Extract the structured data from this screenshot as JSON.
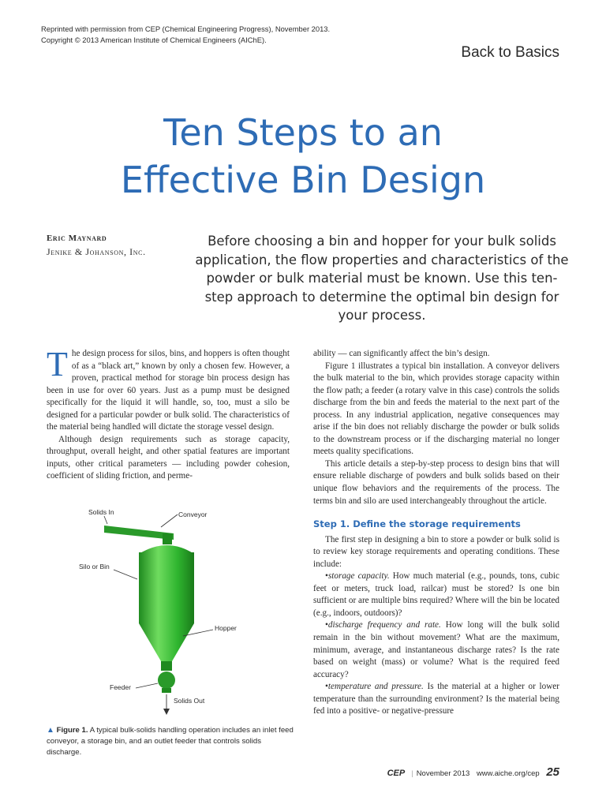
{
  "reprint": {
    "line1": "Reprinted with permission from CEP (Chemical Engineering Progress), November 2013.",
    "line2": "Copyright © 2013 American Institute of Chemical Engineers (AIChE)."
  },
  "section": "Back to Basics",
  "title": {
    "line1": "Ten Steps to an",
    "line2": "Effective Bin Design"
  },
  "author": {
    "name": "Eric Maynard",
    "affiliation": "Jenike & Johanson, Inc."
  },
  "deck": "Before choosing a bin and hopper for your bulk solids application, the flow properties and characteristics of the powder or bulk material must be known. Use this ten-step approach to determine the optimal bin design for your process.",
  "body": {
    "dropcap": "T",
    "p1": "he design process for silos, bins, and hoppers is often thought of as a “black art,” known by only a chosen few. However, a proven, practical method for storage bin process design has been in use for over 60 years. Just as a pump must be designed specifically for the liquid it will handle, so, too, must a silo be designed for a particular powder or bulk solid. The characteristics of the material being handled will dictate the storage vessel design.",
    "p2": "Although design requirements such as storage capacity, throughput, overall height, and other spatial features are important inputs, other critical parameters — including powder cohesion, coefficient of sliding friction, and perme-",
    "p3": "ability — can significantly affect the bin’s design.",
    "p4": "Figure 1 illustrates a typical bin installation. A conveyor delivers the bulk material to the bin, which provides storage capacity within the flow path; a feeder (a rotary valve in this case) controls the solids discharge from the bin and feeds the material to the next part of the process. In any industrial application, negative consequences may arise if the bin does not reliably discharge the powder or bulk solids to the downstream process or if the discharging material no longer meets quality specifications.",
    "p5": "This article details a step-by-step process to design bins that will ensure reliable discharge of powders and bulk solids based on their unique flow behaviors and the requirements of the process. The terms bin and silo are used interchangeably throughout the article.",
    "step1_heading": "Step 1. Define the storage requirements",
    "p6": "The first step in designing a bin to store a powder or bulk solid is to review key storage requirements and operating conditions. These include:",
    "b1_term": "storage capacity.",
    "b1_text": " How much material (e.g., pounds, tons, cubic feet or meters, truck load, railcar) must be stored? Is one bin sufficient or are multiple bins required? Where will the bin be located (e.g., indoors, outdoors)?",
    "b2_term": "discharge frequency and rate.",
    "b2_text": " How long will the bulk solid remain in the bin without movement? What are the maximum, minimum, average, and instantaneous discharge rates? Is the rate based on weight (mass) or volume? What is the required feed accuracy?",
    "b3_term": "temperature and pressure.",
    "b3_text": " Is the material at a higher or lower temperature than the surrounding environment? Is the material being fed into a positive- or negative-pressure",
    "bullet": "•"
  },
  "figure": {
    "labels": {
      "solids_in": "Solids In",
      "conveyor": "Conveyor",
      "silo": "Silo or Bin",
      "hopper": "Hopper",
      "feeder": "Feeder",
      "solids_out": "Solids Out"
    },
    "colors": {
      "bin": "#2fb52f",
      "bin_dark": "#1f8a1f",
      "bin_light": "#6fdc5f",
      "accent": "#2e6cb5"
    },
    "caption_marker": "▲",
    "caption_label": "Figure 1.",
    "caption_text": " A typical bulk-solids handling operation includes an inlet feed conveyor, a storage bin, and an outlet feeder that controls solids discharge."
  },
  "footer": {
    "magazine": "CEP",
    "separator": "|",
    "issue": "November 2013",
    "url": "www.aiche.org/cep",
    "page": "25"
  }
}
